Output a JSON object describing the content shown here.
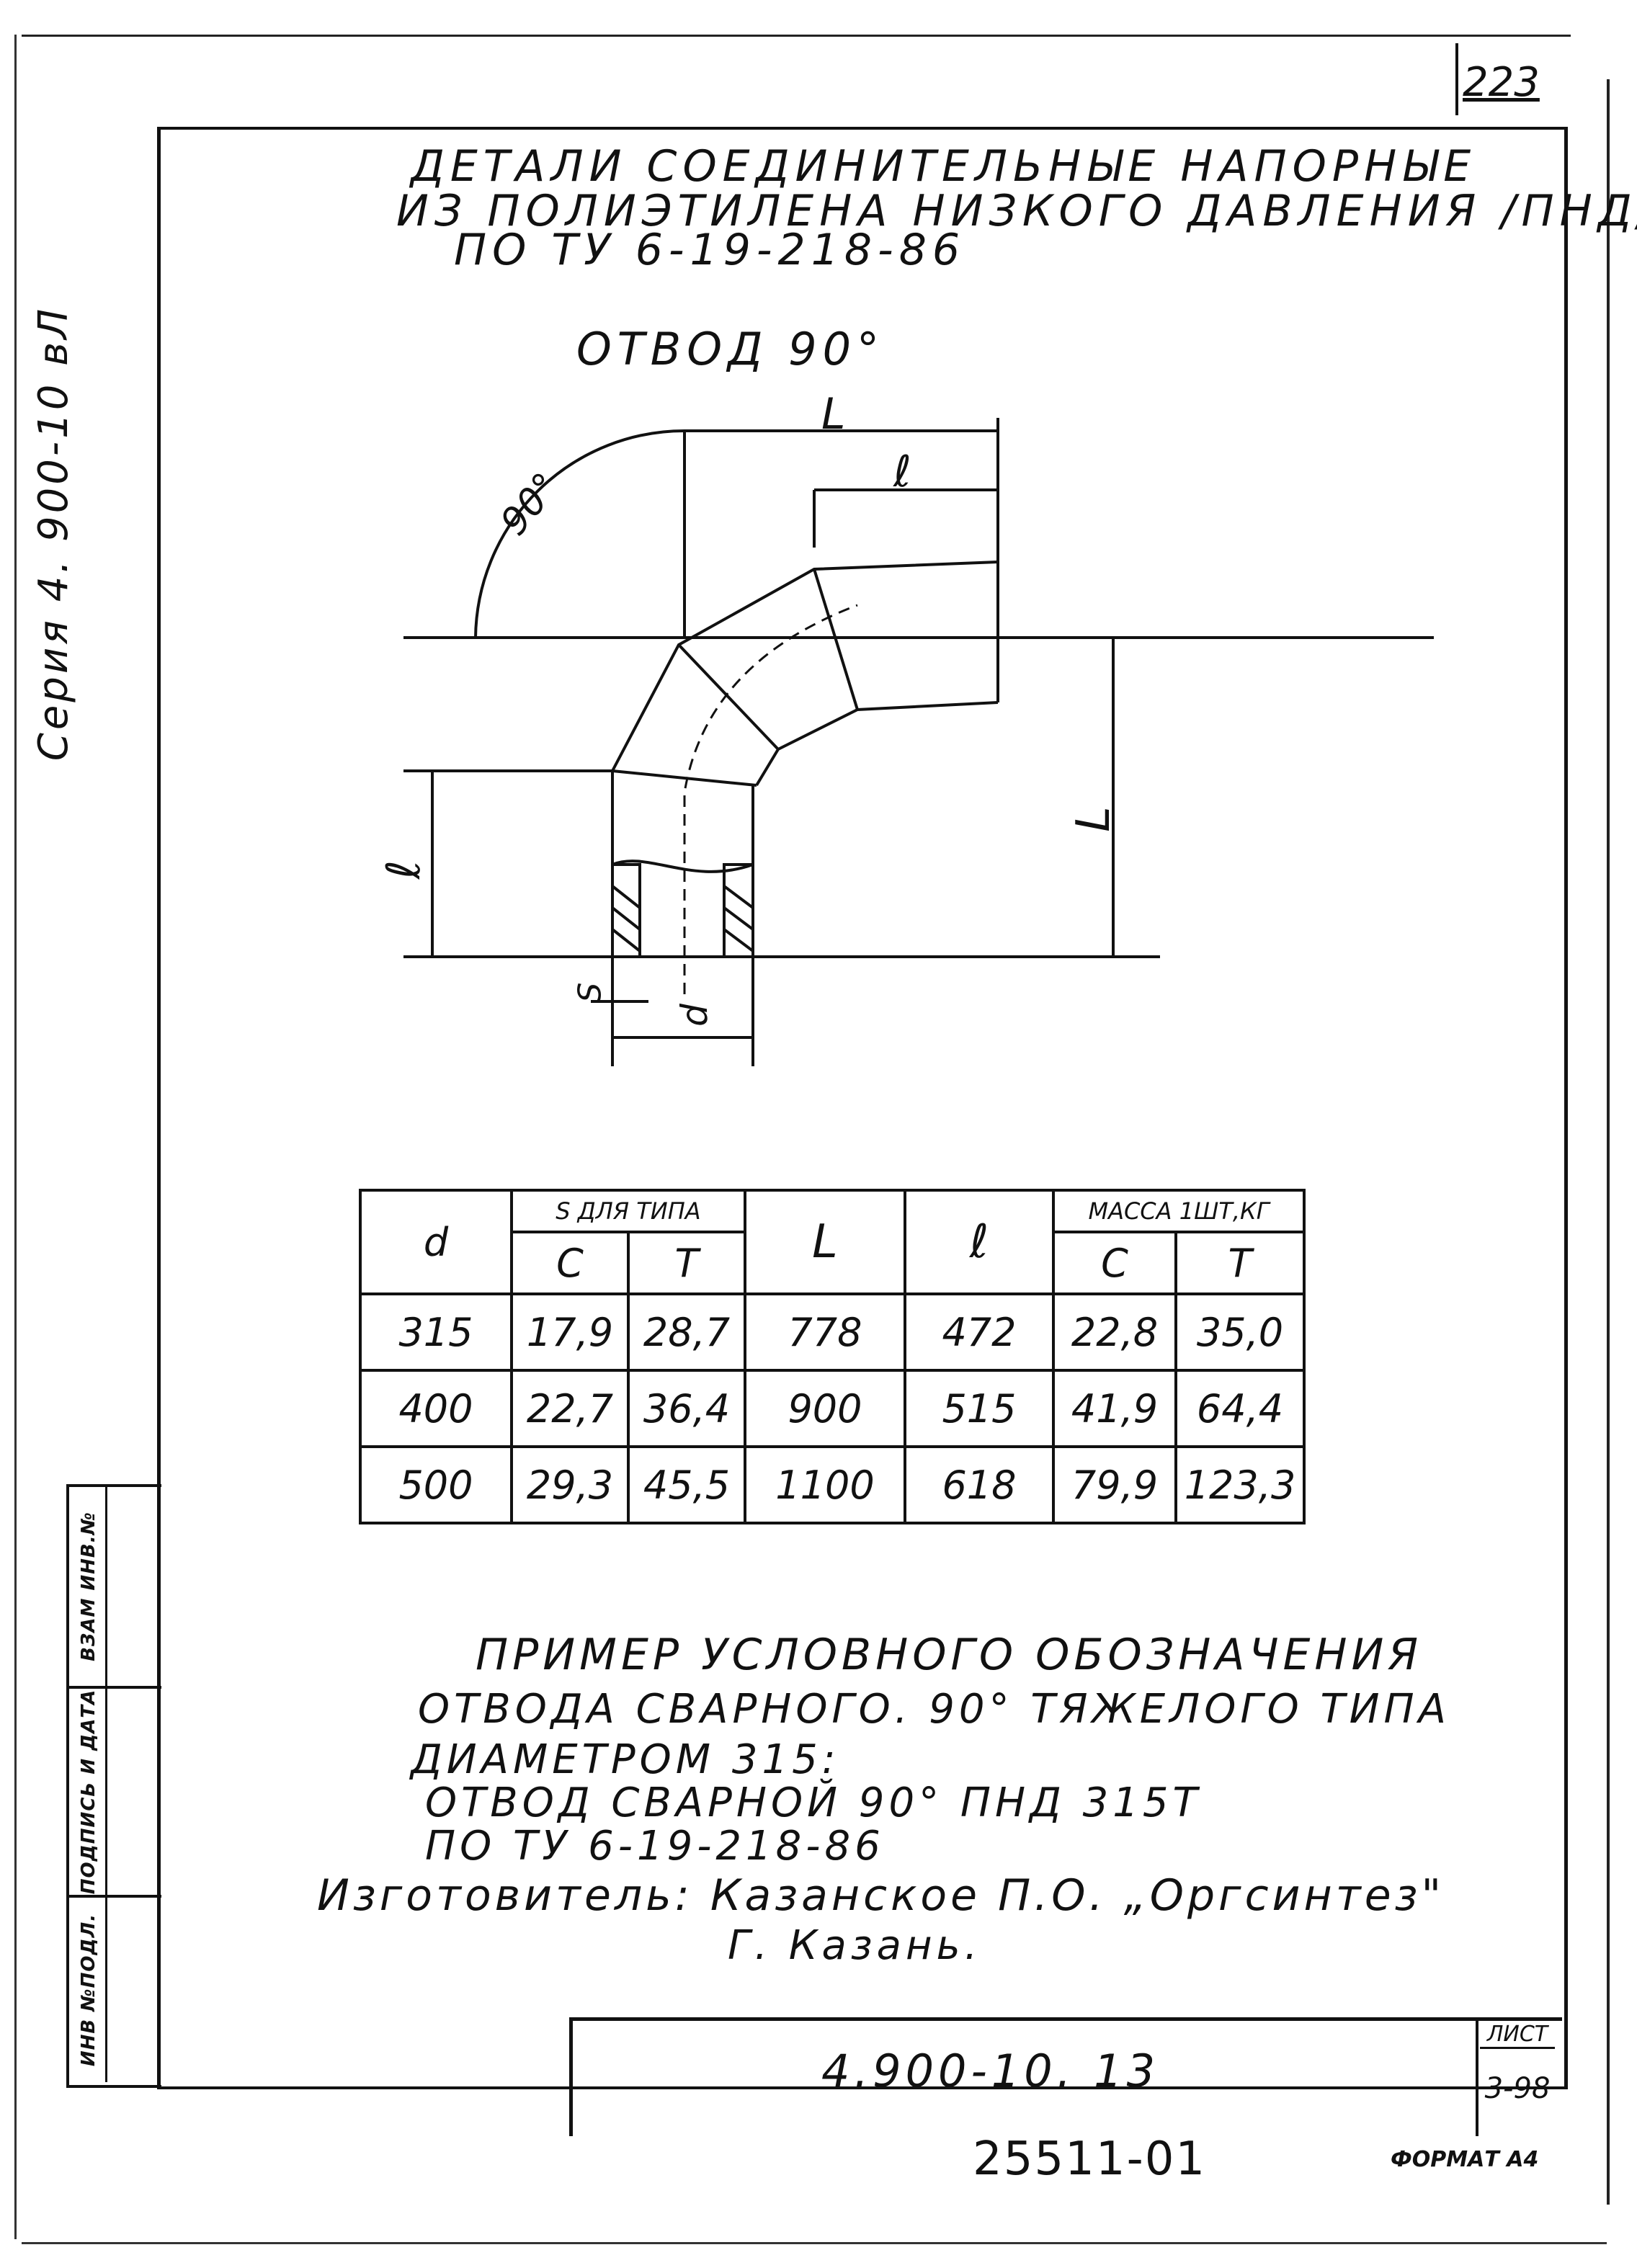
{
  "page_number": "223",
  "series_vertical": "Серия 4. 900-10 вЛ",
  "title": {
    "line1": "ДЕТАЛИ СОЕДИНИТЕЛЬНЫЕ НАПОРНЫЕ",
    "line2": "ИЗ ПОЛИЭТИЛЕНА НИЗКОГО ДАВЛЕНИЯ /ПНД/",
    "line3": "ПО ТУ 6-19-218-86"
  },
  "drawing": {
    "caption": "ОТВОД 90°",
    "angle_label": "90°",
    "dim_L_top": "L",
    "dim_l_top": "ℓ",
    "dim_L_right": "L",
    "dim_l_left": "ℓ",
    "dim_s": "S",
    "dim_d": "d"
  },
  "table": {
    "col_d": "d",
    "col_s_group": "S ДЛЯ ТИПА",
    "col_L": "L",
    "col_l": "ℓ",
    "col_mass_group": "МАССА 1ШТ,КГ",
    "sub_c": "С",
    "sub_t": "Т",
    "rows": [
      {
        "d": "315",
        "s_c": "17,9",
        "s_t": "28,7",
        "L": "778",
        "l": "472",
        "m_c": "22,8",
        "m_t": "35,0"
      },
      {
        "d": "400",
        "s_c": "22,7",
        "s_t": "36,4",
        "L": "900",
        "l": "515",
        "m_c": "41,9",
        "m_t": "64,4"
      },
      {
        "d": "500",
        "s_c": "29,3",
        "s_t": "45,5",
        "L": "1100",
        "l": "618",
        "m_c": "79,9",
        "m_t": "123,3"
      }
    ]
  },
  "example": {
    "line1": "ПРИМЕР УСЛОВНОГО ОБОЗНАЧЕНИЯ",
    "line2": "ОТВОДА СВАРНОГО. 90° ТЯЖЕЛОГО ТИПА",
    "line3": "ДИАМЕТРОМ 315:",
    "line4": "ОТВОД СВАРНОЙ 90° ПНД 315Т",
    "line5": "ПО ТУ 6-19-218-86",
    "line6": "Изготовитель: Казанское П.О. „Оргсинтез\"",
    "line7": "Г. Казань."
  },
  "stamp": {
    "code": "4.900-10. 13",
    "sheet_label": "ЛИСТ",
    "sheet_value": "3-98"
  },
  "side_stamp": {
    "cell1": "ИНВ №ПОДЛ.",
    "cell2": "ПОДПИСЬ И ДАТА",
    "cell3": "ВЗАМ ИНВ.№"
  },
  "footer": {
    "number": "25511-01",
    "format": "ФОРМАТ А4"
  }
}
